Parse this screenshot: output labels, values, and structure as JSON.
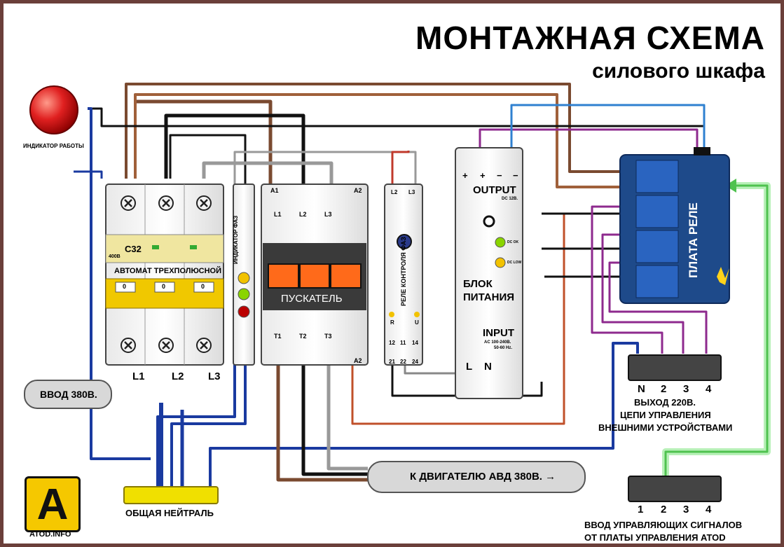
{
  "title": {
    "line1": "МОНТАЖНАЯ СХЕМА",
    "line2": "силового шкафа"
  },
  "indicator": {
    "label": "ИНДИКАТОР РАБОТЫ"
  },
  "breaker": {
    "rating": "C32",
    "voltage": "400В",
    "label": "АВТОМАТ ТРЕХПОЛЮСНОЙ",
    "phases": [
      "L1",
      "L2",
      "L3"
    ],
    "switch_marks": [
      "0",
      "0",
      "0"
    ]
  },
  "phase_indicator": {
    "label_line1": "ИНДИКАТОР",
    "label_line2": "ФАЗ"
  },
  "contactor": {
    "label": "ПУСКАТЕЛЬ",
    "top_coil": "A1",
    "top_coil2": "A2",
    "bottom_coil": "A2",
    "inputs": [
      "L1",
      "L2",
      "L3"
    ],
    "outputs": [
      "T1",
      "T2",
      "T3"
    ]
  },
  "phase_relay": {
    "label_line1": "РЕЛЕ КОНТРОЛЯ",
    "label_line2": "ФАЗ",
    "top_terms": [
      "L2",
      "L3"
    ],
    "led_r": "R",
    "led_u": "U",
    "terms_a": [
      "12",
      "11",
      "14"
    ],
    "terms_b": [
      "21",
      "22",
      "24"
    ]
  },
  "power_supply": {
    "output": "OUTPUT",
    "output_sub": "DC 12В.",
    "label_line1": "БЛОК",
    "label_line2": "ПИТАНИЯ",
    "input": "INPUT",
    "input_sub1": "AC 100-240В.",
    "input_sub2": "50-60 Hz.",
    "l": "L",
    "n": "N",
    "polarity": [
      "+",
      "+",
      "−",
      "−"
    ],
    "dc_ok": "DC OK",
    "dc_low": "DC LOW"
  },
  "relay_board": {
    "label": "ПЛАТА РЕЛЕ"
  },
  "input_380": {
    "label": "ВВОД 380В."
  },
  "motor": {
    "label": "К ДВИГАТЕЛЮ АВД 380В. →"
  },
  "neutral": {
    "label": "ОБЩАЯ НЕЙТРАЛЬ"
  },
  "output_220": {
    "terms": [
      "N",
      "2",
      "3",
      "4"
    ],
    "line1": "ВЫХОД 220В.",
    "line2": "ЦЕПИ УПРАВЛЕНИЯ",
    "line3": "ВНЕШНИМИ УСТРОЙСТВАМИ"
  },
  "control_input": {
    "terms": [
      "1",
      "2",
      "3",
      "4"
    ],
    "line1": "ВВОД УПРАВЛЯЮЩИХ СИГНАЛОВ",
    "line2": "ОТ ПЛАТЫ УПРАВЛЕНИЯ ATOD"
  },
  "logo": {
    "letter": "A",
    "site": "ATOD.INFO"
  },
  "colors": {
    "brown": "#7a4a30",
    "black": "#111111",
    "gray": "#8a8a8a",
    "blue": "#1a3aa0",
    "red": "#c0392b",
    "purple": "#8e2a8e",
    "lightblue": "#2f80d0",
    "green": "#6fd06f",
    "accent": "#ff6a1a"
  }
}
